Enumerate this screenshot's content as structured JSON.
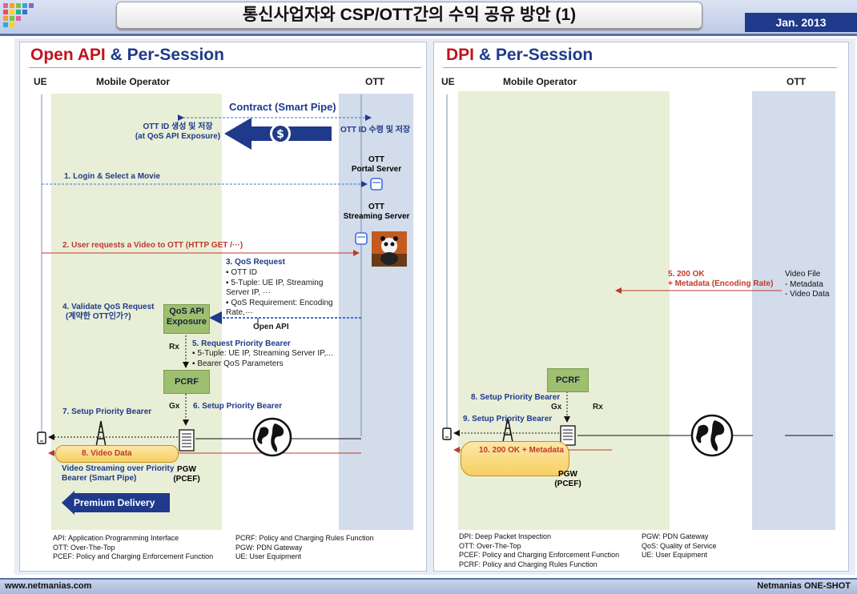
{
  "header": {
    "title": "통신사업자와 CSP/OTT간의 수익 공유 방안 (1)",
    "date": "Jan. 2013"
  },
  "footer": {
    "left": "www.netmanias.com",
    "right": "Netmanias ONE-SHOT"
  },
  "left": {
    "title_red": "Open API",
    "title_rest": " & Per-Session",
    "col_ue": "UE",
    "col_mo": "Mobile Operator",
    "col_ott": "OTT",
    "contract": "Contract (Smart Pipe)",
    "ott_id_create_1": "OTT ID 생성 및 저장",
    "ott_id_create_2": "(at QoS API Exposure)",
    "ott_id_receive": "OTT ID 수령 및 저장",
    "dollar": "$",
    "portal_1": "OTT",
    "portal_2": "Portal Server",
    "step1": "1. Login & Select a Movie",
    "streaming_1": "OTT",
    "streaming_2": "Streaming Server",
    "step2": "2. User requests a Video to OTT (HTTP GET /···)",
    "step3_title": "3. QoS Request",
    "step3_items": [
      "OTT ID",
      "5-Tuple: UE IP, Streaming Server IP, ···",
      "QoS Requirement: Encoding Rate,···"
    ],
    "step4_1": "4. Validate QoS Request",
    "step4_2": "(계약한 OTT인가?)",
    "qos_api_1": "QoS API",
    "qos_api_2": "Exposure",
    "open_api": "Open API",
    "rx": "Rx",
    "step5_title": "5. Request Priority Bearer",
    "step5_items": [
      "5-Tuple: UE IP, Streaming Server IP,...",
      "Bearer QoS Parameters"
    ],
    "pcrf": "PCRF",
    "gx": "Gx",
    "step6": "6. Setup Priority Bearer",
    "step7": "7. Setup Priority Bearer",
    "step8": "8. Video Data",
    "streaming_over_1": "Video Streaming over Priority",
    "streaming_over_2": "Bearer (Smart Pipe)",
    "pgw_1": "PGW",
    "pgw_2": "(PCEF)",
    "premium": "Premium Delivery",
    "glossary_left": [
      "API: Application Programming Interface",
      "OTT: Over-The-Top",
      "PCEF: Policy and Charging Enforcement Function"
    ],
    "glossary_right": [
      "PCRF: Policy and Charging Rules Function",
      "PGW: PDN Gateway",
      "UE: User Equipment"
    ]
  },
  "right": {
    "title_red": "DPI",
    "title_rest": " & Per-Session",
    "col_ue": "UE",
    "col_mo": "Mobile Operator",
    "col_ott": "OTT",
    "step5_1": "5. 200 OK",
    "step5_2": "+ Metadata (Encoding Rate)",
    "video_file": "Video File",
    "video_items": [
      "- Metadata",
      "- Video Data"
    ],
    "pcrf": "PCRF",
    "step8": "8. Setup Priority Bearer",
    "gx": "Gx",
    "rx": "Rx",
    "step9": "9. Setup Priority Bearer",
    "step10": "10. 200 OK + Metadata",
    "pgw_1": "PGW",
    "pgw_2": "(PCEF)",
    "glossary_left": [
      "DPI: Deep Packet Inspection",
      "OTT: Over-The-Top",
      "PCEF: Policy and Charging Enforcement Function",
      "PCRF: Policy and Charging Rules Function"
    ],
    "glossary_right": [
      "PGW: PDN Gateway",
      "QoS: Quality of Service",
      "UE: User Equipment"
    ]
  },
  "colors": {
    "navy": "#1f3a8a",
    "red": "#c0141c",
    "green_area": "#e9efd7",
    "blue_area": "#d2dcea"
  }
}
